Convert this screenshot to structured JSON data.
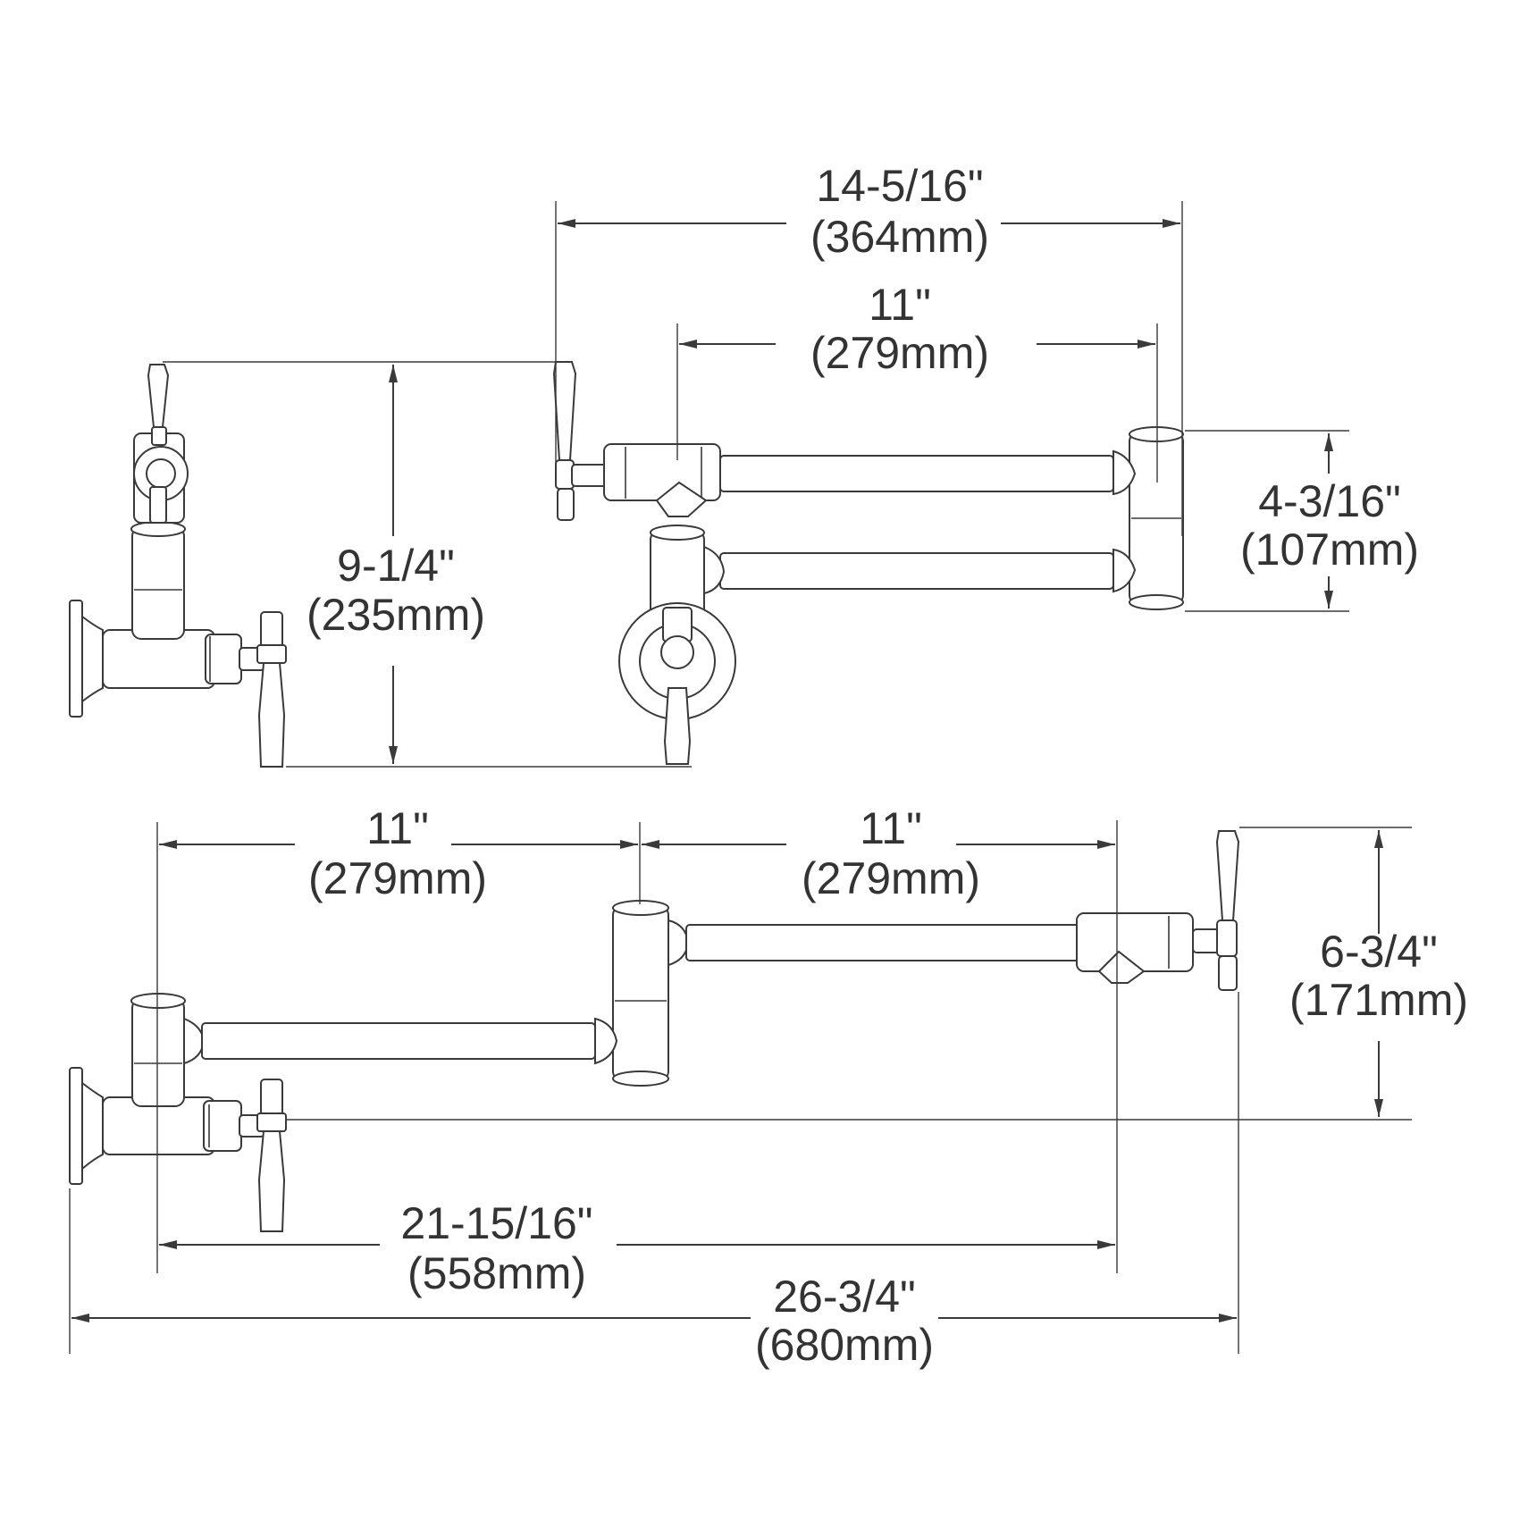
{
  "colors": {
    "line": "#3a3a3a",
    "text": "#333333",
    "background": "#ffffff"
  },
  "dimensions": {
    "top_overall_width": {
      "imperial": "14-5/16\"",
      "metric": "(364mm)"
    },
    "top_arm_length": {
      "imperial": "11\"",
      "metric": "(279mm)"
    },
    "side_height": {
      "imperial": "9-1/4\"",
      "metric": "(235mm)"
    },
    "arm_spacing": {
      "imperial": "4-3/16\"",
      "metric": "(107mm)"
    },
    "lower_arm_1": {
      "imperial": "11\"",
      "metric": "(279mm)"
    },
    "lower_arm_2": {
      "imperial": "11\"",
      "metric": "(279mm)"
    },
    "spout_height": {
      "imperial": "6-3/4\"",
      "metric": "(171mm)"
    },
    "spout_reach": {
      "imperial": "21-15/16\"",
      "metric": "(558mm)"
    },
    "overall_length": {
      "imperial": "26-3/4\"",
      "metric": "(680mm)"
    }
  }
}
